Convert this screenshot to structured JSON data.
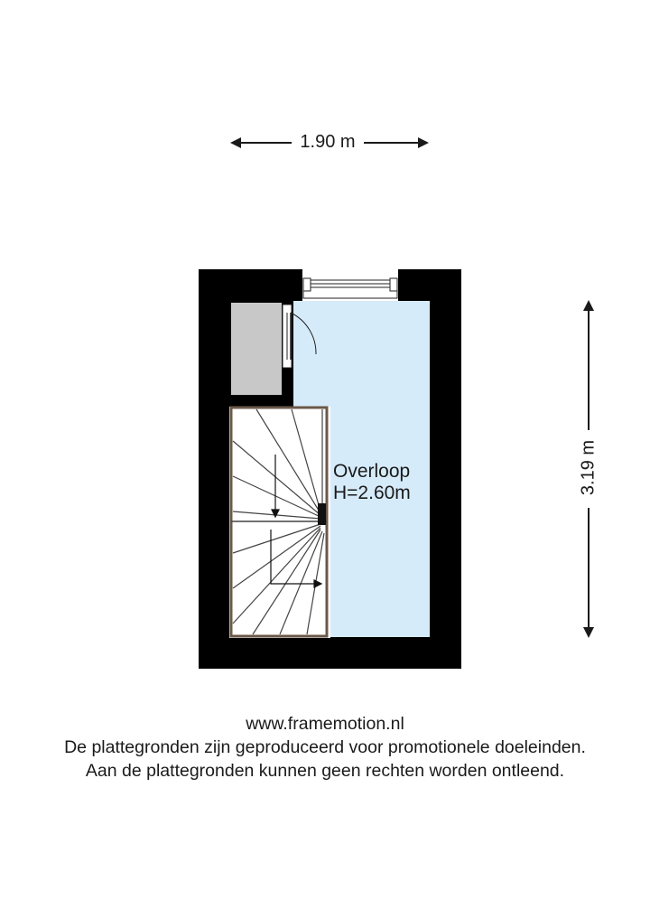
{
  "dimensions": {
    "width_label": "1.90 m",
    "height_label": "3.19 m"
  },
  "room": {
    "name": "Overloop",
    "height": "H=2.60m"
  },
  "colors": {
    "wall": "#000000",
    "room_fill": "#d6ebfa",
    "closet_fill": "#c8c8c8",
    "stair_frame": "#6b5848"
  },
  "footer": {
    "website": "www.framemotion.nl",
    "disclaimer_1": "De plattegronden zijn geproduceerd voor promotionele doeleinden.",
    "disclaimer_2": "Aan de plattegronden kunnen geen rechten worden ontleend."
  }
}
